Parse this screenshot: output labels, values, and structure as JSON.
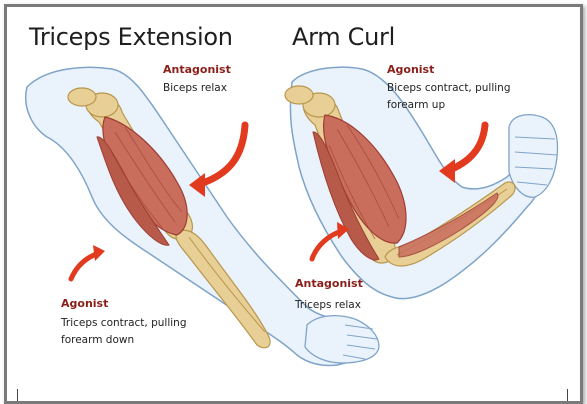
{
  "panels": [
    {
      "title": "Triceps Extension",
      "labels": [
        {
          "head": "Antagonist",
          "body": "Biceps relax"
        },
        {
          "head": "Agonist",
          "body": "Triceps contract, pulling\nforearm down"
        }
      ]
    },
    {
      "title": "Arm Curl",
      "labels": [
        {
          "head": "Agonist",
          "body": "Biceps contract, pulling\nforearm up"
        },
        {
          "head": "Antagonist",
          "body": "Triceps relax"
        }
      ]
    }
  ],
  "colors": {
    "skin_fill": "#eaf2fb",
    "skin_outline": "#7fa4c8",
    "muscle": "#c96d5c",
    "muscle_dark": "#9e3d32",
    "bone": "#e8cf95",
    "bone_dark": "#b8964d",
    "arrow": "#e23a1f",
    "label_head": "#8a1f1a"
  }
}
